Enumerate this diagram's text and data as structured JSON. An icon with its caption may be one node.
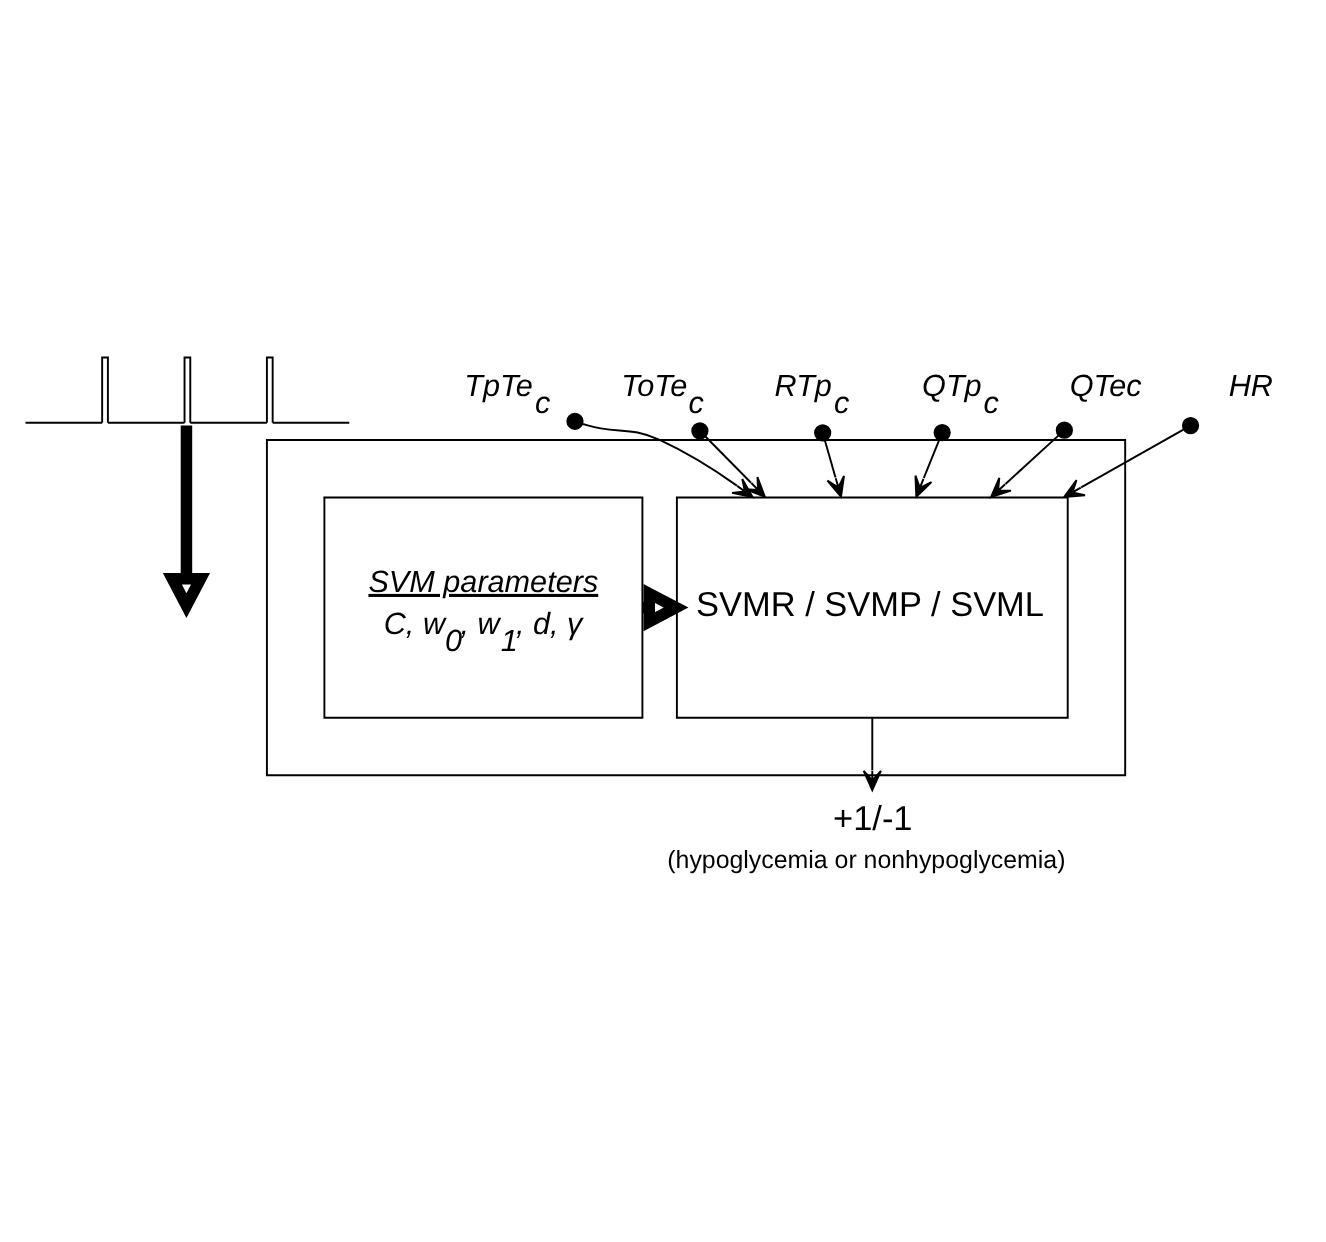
{
  "diagram": {
    "nodes": [
      {
        "text": [],
        "shape": "picture"
      },
      {
        "text": [],
        "shape": "box"
      },
      {
        "text": [
          "SVM parameters",
          "C, w$_{0}$, w$_{1}$, d, γ"
        ],
        "in": 1
      },
      {
        "text": [
          "SVMR / SVMP / SVML"
        ],
        "in": 1
      },
      {
        "text": [
          "TpTe$_{c}$"
        ]
      },
      {
        "text": [
          "ToTe$_{c}$"
        ]
      },
      {
        "text": [
          "RTp$_{c}$"
        ]
      },
      {
        "text": [
          "QTp$_{c}$"
        ]
      },
      {
        "text": [
          "QTec"
        ]
      },
      {
        "text": [
          "HR"
        ]
      },
      {
        "text": [
          "+1/-1"
        ],
        "beside": [
          "(hypoglycemia or nonhypoglycemia)"
        ]
      }
    ],
    "edges": [
      {
        "from": 0,
        "to": null,
        "arrow": "to",
        "style": "thick"
      },
      {
        "from": 4,
        "to": 3,
        "arrow": "to"
      },
      {
        "from": 5,
        "to": 3,
        "arrow": "to"
      },
      {
        "from": 6,
        "to": 3,
        "arrow": "to"
      },
      {
        "from": 7,
        "to": 3,
        "arrow": "to"
      },
      {
        "from": 8,
        "to": 3,
        "arrow": "to"
      },
      {
        "from": 9,
        "to": 3,
        "arrow": "to"
      },
      {
        "from": 2,
        "to": 3,
        "arrow": "to",
        "style": "thick"
      },
      {
        "from": 3,
        "to": 10,
        "arrow": "to"
      }
    ]
  }
}
